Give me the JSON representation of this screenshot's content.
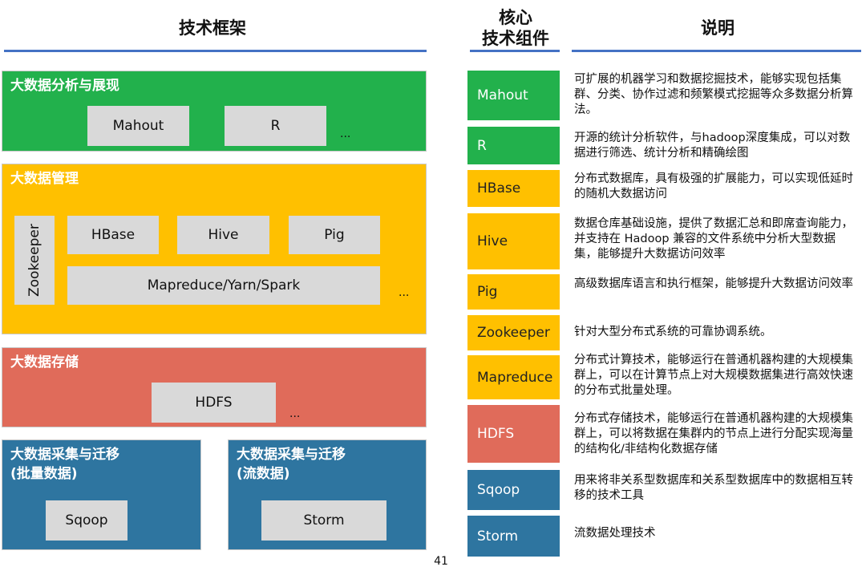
{
  "headers": {
    "framework": "技术框架",
    "components": "核心\n技术组件",
    "description": "说明"
  },
  "framework": {
    "analysis": {
      "title": "大数据分析与展现",
      "boxes": [
        "Mahout",
        "R"
      ],
      "more": "..."
    },
    "management": {
      "title": "大数据管理",
      "side_box": "Zookeeper",
      "boxes": [
        "HBase",
        "Hive",
        "Pig"
      ],
      "wide_box": "Mapreduce/Yarn/Spark",
      "more": "..."
    },
    "storage": {
      "title": "大数据存储",
      "boxes": [
        "HDFS"
      ],
      "more": "..."
    },
    "ingest_batch": {
      "title": "大数据采集与迁移\n(批量数据)",
      "boxes": [
        "Sqoop"
      ]
    },
    "ingest_stream": {
      "title": "大数据采集与迁移\n(流数据)",
      "boxes": [
        "Storm"
      ]
    }
  },
  "components": [
    {
      "name": "Mahout",
      "color": "#22b14c",
      "desc": "可扩展的机器学习和数据挖掘技术，能够实现包括集群、分类、协作过滤和频繁模式挖掘等众多数据分析算法。"
    },
    {
      "name": "R",
      "color": "#22b14c",
      "desc": "开源的统计分析软件，与hadoop深度集成，可以对数据进行筛选、统计分析和精确绘图"
    },
    {
      "name": "HBase",
      "color": "#ffc000",
      "desc": "分布式数据库，具有极强的扩展能力，可以实现低延时的随机大数据访问"
    },
    {
      "name": "Hive",
      "color": "#ffc000",
      "desc": "数据仓库基础设施，提供了数据汇总和即席查询能力，并支持在 Hadoop 兼容的文件系统中分析大型数据集，能够提升大数据访问效率"
    },
    {
      "name": "Pig",
      "color": "#ffc000",
      "desc": "高级数据库语言和执行框架，能够提升大数据访问效率"
    },
    {
      "name": "Zookeeper",
      "color": "#ffc000",
      "desc": "针对大型分布式系统的可靠协调系统。"
    },
    {
      "name": "Mapreduce",
      "color": "#ffc000",
      "desc": "分布式计算技术，能够运行在普通机器构建的大规模集群上，可以在计算节点上对大规模数据集进行高效快速的分布式批量处理。"
    },
    {
      "name": "HDFS",
      "color": "#e06b5a",
      "desc": "分布式存储技术，能够运行在普通机器构建的大规模集群上，可以将数据在集群内的节点上进行分配实现海量的结构化/非结构化数据存储"
    },
    {
      "name": "Sqoop",
      "color": "#2e75a0",
      "desc": "用来将非关系型数据库和关系型数据库中的数据相互转移的技术工具"
    },
    {
      "name": "Storm",
      "color": "#2e75a0",
      "desc": "流数据处理技术"
    }
  ],
  "page_number": "41"
}
